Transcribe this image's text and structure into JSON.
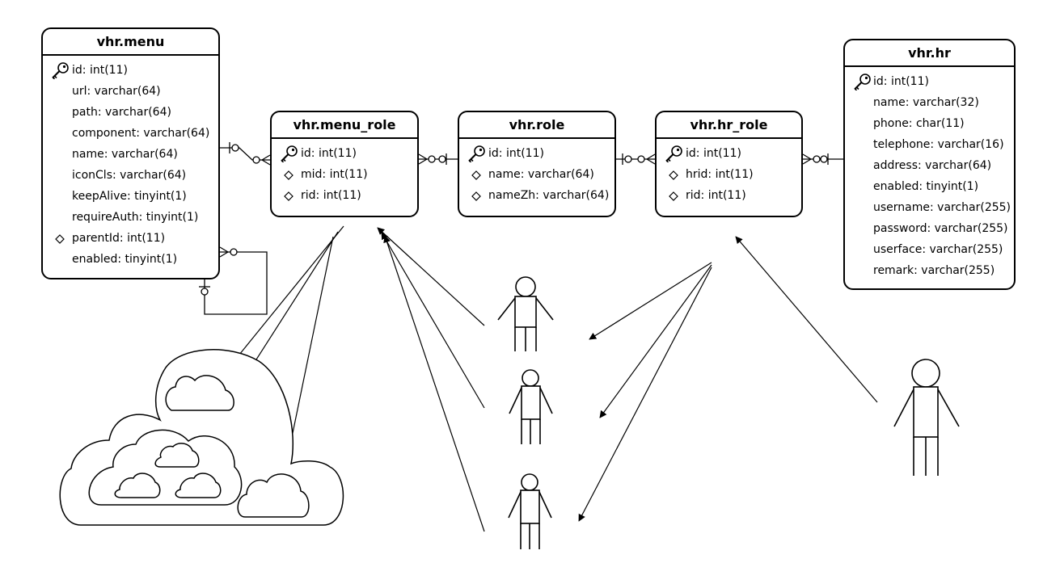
{
  "tables": {
    "menu": {
      "title": "vhr.menu",
      "fields": [
        {
          "label": "id: int(11)",
          "icon": "key-icon"
        },
        {
          "label": "url: varchar(64)",
          "icon": ""
        },
        {
          "label": "path: varchar(64)",
          "icon": ""
        },
        {
          "label": "component: varchar(64)",
          "icon": ""
        },
        {
          "label": "name: varchar(64)",
          "icon": ""
        },
        {
          "label": "iconCls: varchar(64)",
          "icon": ""
        },
        {
          "label": "keepAlive: tinyint(1)",
          "icon": ""
        },
        {
          "label": "requireAuth: tinyint(1)",
          "icon": ""
        },
        {
          "label": "parentId: int(11)",
          "icon": "diamond-icon"
        },
        {
          "label": "enabled: tinyint(1)",
          "icon": ""
        }
      ]
    },
    "menu_role": {
      "title": "vhr.menu_role",
      "fields": [
        {
          "label": "id: int(11)",
          "icon": "key-icon"
        },
        {
          "label": "mid: int(11)",
          "icon": "diamond-icon"
        },
        {
          "label": "rid: int(11)",
          "icon": "diamond-icon"
        }
      ]
    },
    "role": {
      "title": "vhr.role",
      "fields": [
        {
          "label": "id: int(11)",
          "icon": "key-icon"
        },
        {
          "label": "name: varchar(64)",
          "icon": "diamond-icon"
        },
        {
          "label": "nameZh: varchar(64)",
          "icon": "diamond-icon"
        }
      ]
    },
    "hr_role": {
      "title": "vhr.hr_role",
      "fields": [
        {
          "label": "id: int(11)",
          "icon": "key-icon"
        },
        {
          "label": "hrid: int(11)",
          "icon": "diamond-icon"
        },
        {
          "label": "rid: int(11)",
          "icon": "diamond-icon"
        }
      ]
    },
    "hr": {
      "title": "vhr.hr",
      "fields": [
        {
          "label": "id: int(11)",
          "icon": "key-icon"
        },
        {
          "label": "name: varchar(32)",
          "icon": ""
        },
        {
          "label": "phone: char(11)",
          "icon": ""
        },
        {
          "label": "telephone: varchar(16)",
          "icon": ""
        },
        {
          "label": "address: varchar(64)",
          "icon": ""
        },
        {
          "label": "enabled: tinyint(1)",
          "icon": ""
        },
        {
          "label": "username: varchar(255)",
          "icon": ""
        },
        {
          "label": "password: varchar(255)",
          "icon": ""
        },
        {
          "label": "userface: varchar(255)",
          "icon": ""
        },
        {
          "label": "remark: varchar(255)",
          "icon": ""
        }
      ]
    }
  },
  "figures": [
    "cloud-icon",
    "person-icon",
    "person-icon",
    "person-icon",
    "person-icon"
  ],
  "stroke_color": "#000000"
}
